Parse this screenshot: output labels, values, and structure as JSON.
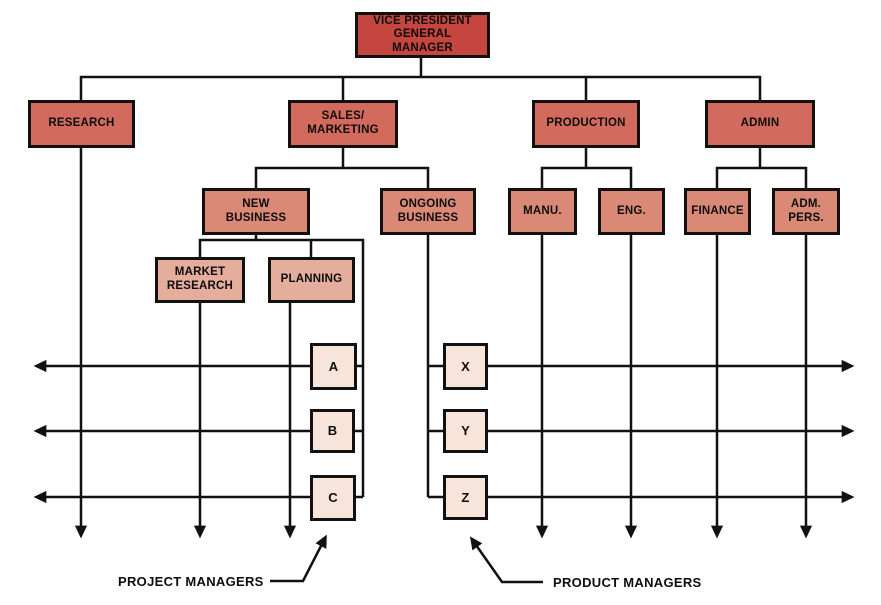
{
  "diagram": {
    "type": "matrix-organization-chart",
    "nodes": {
      "vp": {
        "label": "VICE PRESIDENT\nGENERAL\nMANAGER",
        "tier": 1,
        "color": "#c5463f"
      },
      "research": {
        "label": "RESEARCH",
        "tier": 2,
        "color": "#d26b5d"
      },
      "sales_marketing": {
        "label": "SALES/\nMARKETING",
        "tier": 2,
        "color": "#d26b5d"
      },
      "production": {
        "label": "PRODUCTION",
        "tier": 2,
        "color": "#d26b5d"
      },
      "admin": {
        "label": "ADMIN",
        "tier": 2,
        "color": "#d26b5d"
      },
      "new_business": {
        "label": "NEW\nBUSINESS",
        "tier": 3,
        "color": "#db8977"
      },
      "ongoing_business": {
        "label": "ONGOING\nBUSINESS",
        "tier": 3,
        "color": "#db8977"
      },
      "manu": {
        "label": "MANU.",
        "tier": 3,
        "color": "#db8977"
      },
      "eng": {
        "label": "ENG.",
        "tier": 3,
        "color": "#db8977"
      },
      "finance": {
        "label": "FINANCE",
        "tier": 3,
        "color": "#db8977"
      },
      "adm_pers": {
        "label": "ADM.\nPERS.",
        "tier": 3,
        "color": "#db8977"
      },
      "market_research": {
        "label": "MARKET\nRESEARCH",
        "tier": 4,
        "color": "#e5ad9c"
      },
      "planning": {
        "label": "PLANNING",
        "tier": 4,
        "color": "#e5ad9c"
      },
      "project_a": {
        "label": "A",
        "tier": 5,
        "color": "#f7e4da"
      },
      "project_b": {
        "label": "B",
        "tier": 5,
        "color": "#f7e4da"
      },
      "project_c": {
        "label": "C",
        "tier": 5,
        "color": "#f7e4da"
      },
      "product_x": {
        "label": "X",
        "tier": 5,
        "color": "#f7e4da"
      },
      "product_y": {
        "label": "Y",
        "tier": 5,
        "color": "#f7e4da"
      },
      "product_z": {
        "label": "Z",
        "tier": 5,
        "color": "#f7e4da"
      }
    },
    "callouts": {
      "project_managers": "PROJECT MANAGERS",
      "product_managers": "PRODUCT MANAGERS"
    },
    "colors": {
      "background": "#ffffff",
      "line": "#111111",
      "border": "#111111",
      "text": "#0d0d0d"
    }
  }
}
